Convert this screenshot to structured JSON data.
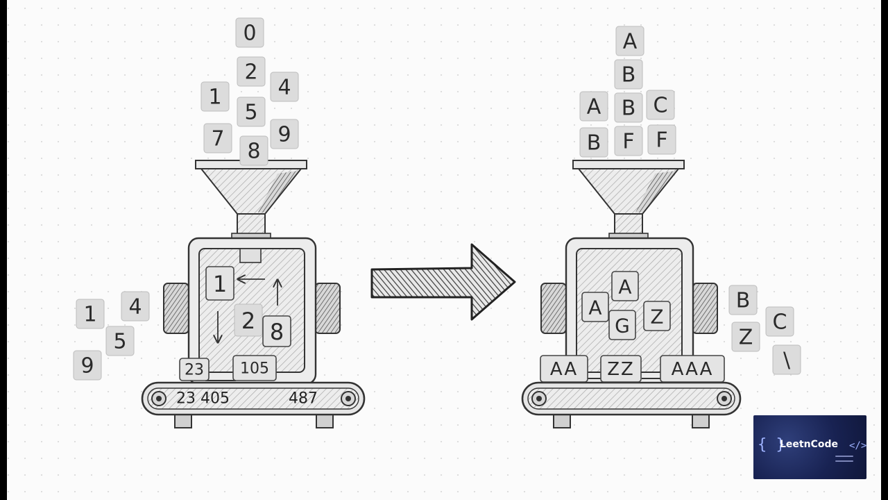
{
  "left_machine": {
    "hopper_inputs": [
      "0",
      "2",
      "4",
      "1",
      "5",
      "7",
      "9",
      "8"
    ],
    "window_tiles": [
      "1",
      "2",
      "8"
    ],
    "belt_tiles": [
      "23",
      "105"
    ],
    "belt_labels": [
      "23 405",
      "487"
    ],
    "side_tiles": [
      "4",
      "1",
      "5",
      "9"
    ]
  },
  "right_machine": {
    "hopper_inputs": [
      "A",
      "B",
      "A",
      "B",
      "C",
      "B",
      "F",
      "F"
    ],
    "window_tiles": [
      "A",
      "A",
      "G",
      "Z"
    ],
    "belt_tiles": [
      "AA",
      "ZZ",
      "AAA"
    ],
    "side_tiles": [
      "B",
      "C",
      "Z",
      "\\"
    ]
  },
  "logo": {
    "text": "LeetnCode"
  },
  "colors": {
    "tile": "#dcdcdc",
    "ink": "#2a2a2a",
    "logo_bg": "#182252"
  }
}
